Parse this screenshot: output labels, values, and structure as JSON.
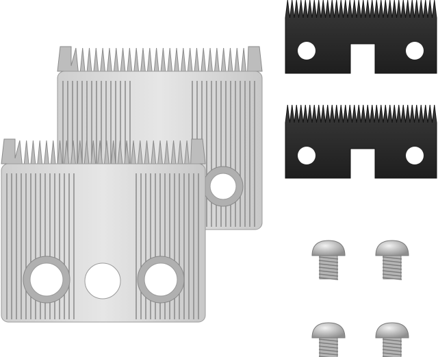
{
  "colors": {
    "background": "#ffffff",
    "steel_light": "#dcdcdc",
    "steel_mid": "#b9b9b9",
    "steel_dark": "#8e8e8e",
    "blade_black": "#2b2b2b",
    "screw": "#c4c4c4"
  },
  "items": {
    "large_blades": 2,
    "cutter_blades": 2,
    "screws": 4
  }
}
